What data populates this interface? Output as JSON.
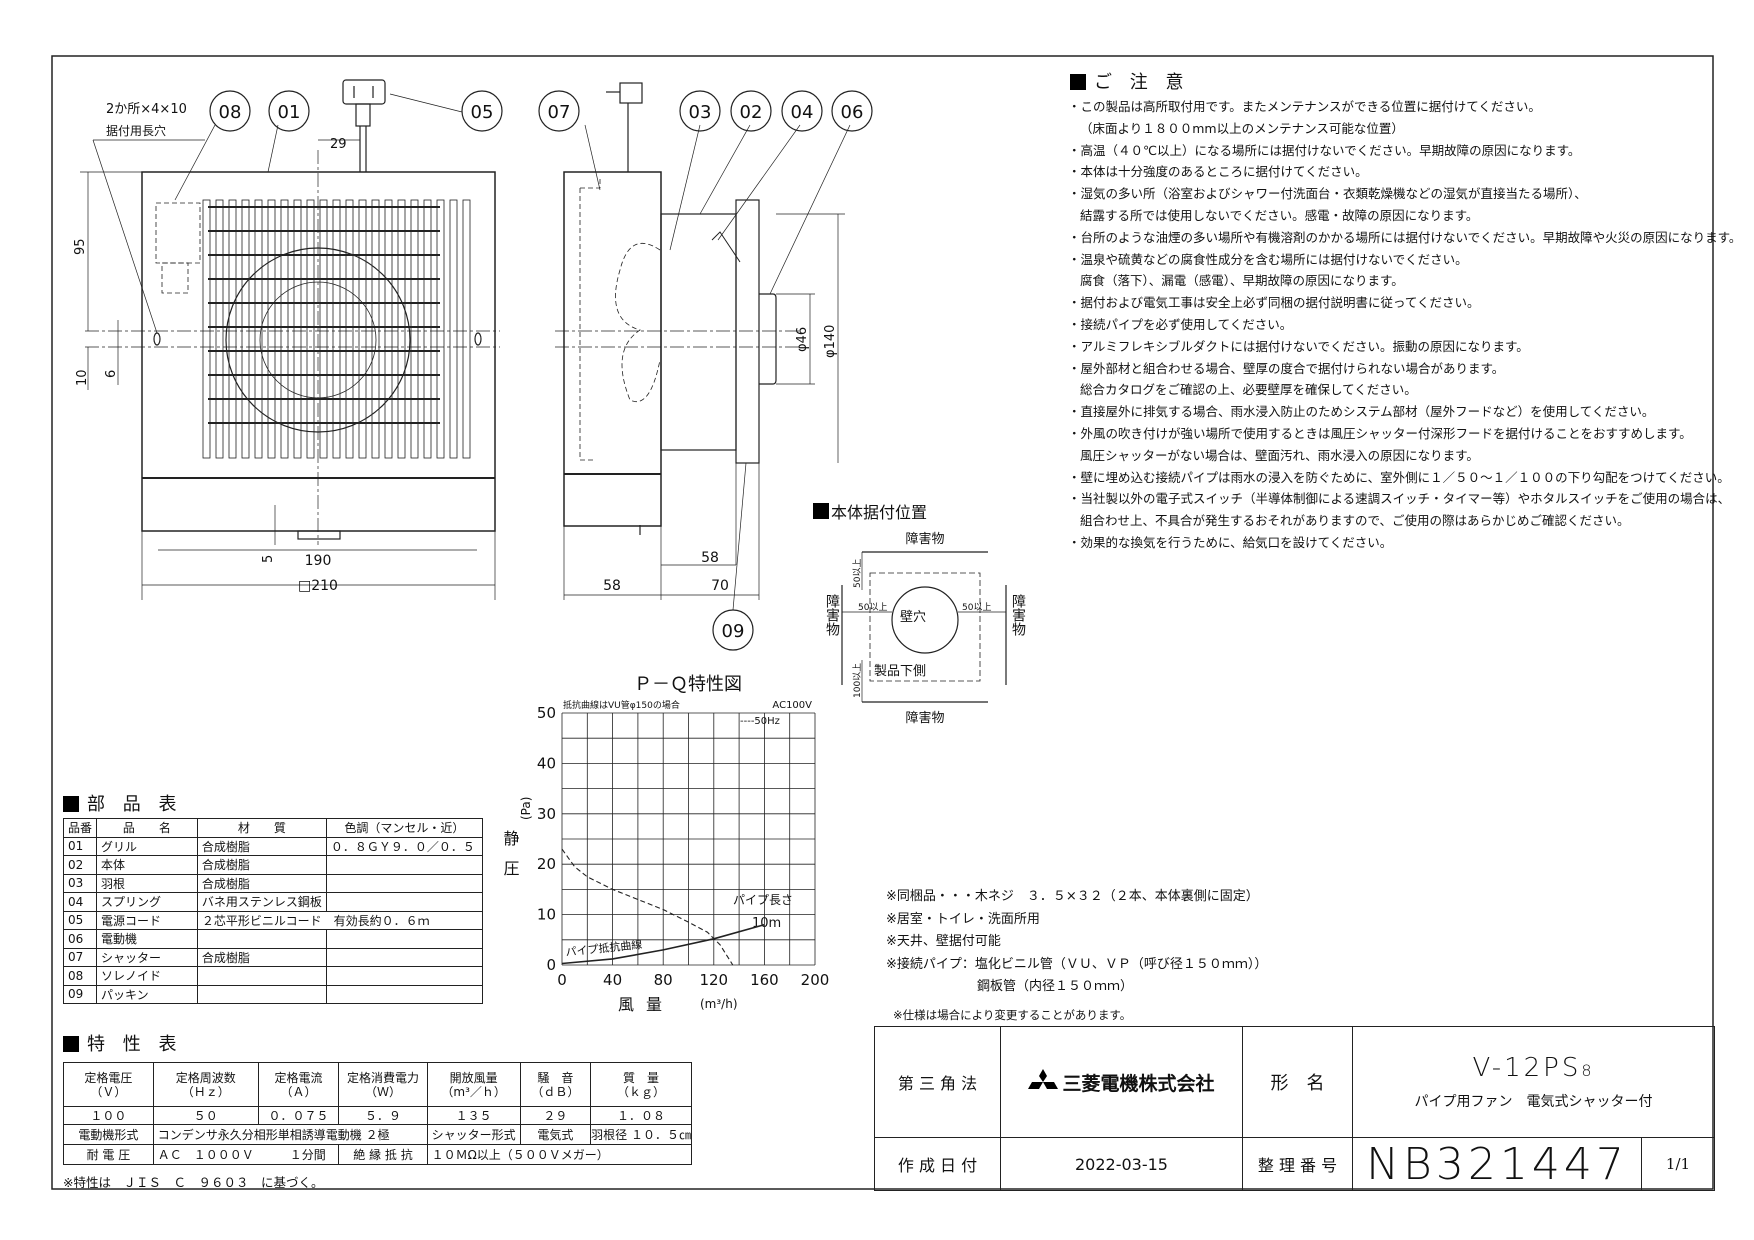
{
  "front_view": {
    "callouts": [
      "08",
      "01",
      "05"
    ],
    "slot_note_1": "2か所×4×10",
    "slot_note_2": "据付用長穴",
    "dims": {
      "cord_offset": "29",
      "height_95": "95",
      "dim_10": "10",
      "dim_6": "6",
      "dim_5": "5",
      "width_190": "190",
      "width_210": "□210"
    }
  },
  "side_view": {
    "callouts": [
      "07",
      "03",
      "02",
      "04",
      "06",
      "09"
    ],
    "dims": {
      "depth_58_top": "58",
      "depth_58": "58",
      "depth_70": "70",
      "dia_46": "φ46",
      "dia_140": "φ140"
    }
  },
  "notes": {
    "heading": "ご 注 意",
    "lines": [
      "・この製品は高所取付用です。またメンテナンスができる位置に据付けてください。",
      "（床面より１８００mm以上のメンテナンス可能な位置）",
      "・高温（４０℃以上）になる場所には据付けないでください。早期故障の原因になります。",
      "・本体は十分強度のあるところに据付けてください。",
      "・湿気の多い所（浴室およびシャワー付洗面台・衣類乾燥機などの湿気が直接当たる場所）、",
      "結露する所では使用しないでください。感電・故障の原因になります。",
      "・台所のような油煙の多い場所や有機溶剤のかかる場所には据付けないでください。早期故障や火災の原因になります。",
      "・温泉や硫黄などの腐食性成分を含む場所には据付けないでください。",
      "腐食（落下）、漏電（感電）、早期故障の原因になります。",
      "・据付および電気工事は安全上必ず同梱の据付説明書に従ってください。",
      "・接続パイプを必ず使用してください。",
      "・アルミフレキシブルダクトには据付けないでください。振動の原因になります。",
      "・屋外部材と組合わせる場合、壁厚の度合で据付けられない場合があります。",
      "総合カタログをご確認の上、必要壁厚を確保してください。",
      "・直接屋外に排気する場合、雨水浸入防止のためシステム部材（屋外フードなど）を使用してください。",
      "・外風の吹き付けが強い場所で使用するときは風圧シャッター付深形フードを据付けることをおすすめします。",
      "風圧シャッターがない場合は、壁面汚れ、雨水浸入の原因になります。",
      "・壁に埋め込む接続パイプは雨水の浸入を防ぐために、室外側に１／５０～１／１００の下り勾配をつけてください。",
      "・当社製以外の電子式スイッチ（半導体制御による速調スイッチ・タイマー等）やホタルスイッチをご使用の場合は、",
      "組合わせ上、不具合が発生するおそれがありますので、ご使用の際はあらかじめご確認ください。",
      "・効果的な換気を行うために、給気口を設けてください。"
    ]
  },
  "install_position": {
    "heading": "本体据付位置",
    "obstacle": "障害物",
    "min_50": "50以上",
    "min_100": "100以上",
    "wall_hole": "壁穴",
    "product_bottom": "製品下側"
  },
  "chart_data": {
    "type": "line",
    "title": "Ｐ－Ｑ特性図",
    "note": "抵抗曲線はVU管φ150の場合",
    "supply": "AC100V",
    "legend": "----50Hz",
    "legend_placement": "top-right",
    "ylabel": "静圧",
    "yunit": "(Pa)",
    "xlabel": "風量",
    "xunit": "(m³/h)",
    "xlim": [
      0,
      200
    ],
    "ylim": [
      0,
      50
    ],
    "xticks": [
      0,
      40,
      80,
      120,
      160,
      200
    ],
    "yticks": [
      0,
      10,
      20,
      30,
      40,
      50
    ],
    "grid": true,
    "grid_step": {
      "x": 20,
      "y": 5
    },
    "pipe_length_label": "パイプ長さ",
    "pipe_length_value": "10m",
    "resistance_label": "パイプ抵抗曲線",
    "series": [
      {
        "name": "50Hz",
        "style": "dashed",
        "x": [
          0,
          10,
          20,
          40,
          60,
          80,
          100,
          115,
          125,
          130,
          135
        ],
        "y": [
          23,
          19.5,
          17.5,
          15,
          13,
          11,
          8.5,
          6.5,
          4,
          2,
          0
        ]
      },
      {
        "name": "パイプ抵抗曲線",
        "style": "solid",
        "x": [
          0,
          40,
          80,
          120,
          160
        ],
        "y": [
          0.3,
          1.2,
          3,
          5.2,
          8
        ]
      }
    ]
  },
  "parts_table": {
    "heading": "部 品 表",
    "headers": [
      "品番",
      "品　　名",
      "材　　質",
      "色調（マンセル・近）"
    ],
    "rows": [
      [
        "01",
        "グリル",
        "合成樹脂",
        "０．８ＧＹ９．０／０．５"
      ],
      [
        "02",
        "本体",
        "合成樹脂",
        ""
      ],
      [
        "03",
        "羽根",
        "合成樹脂",
        ""
      ],
      [
        "04",
        "スプリング",
        "バネ用ステンレス鋼板",
        ""
      ],
      [
        "05",
        "電源コード",
        "２芯平形ビニルコード　有効長約０．６ｍ",
        ""
      ],
      [
        "06",
        "電動機",
        "",
        ""
      ],
      [
        "07",
        "シャッター",
        "合成樹脂",
        ""
      ],
      [
        "08",
        "ソレノイド",
        "",
        ""
      ],
      [
        "09",
        "パッキン",
        "",
        ""
      ]
    ]
  },
  "spec_table": {
    "heading": "特 性 表",
    "headers": [
      [
        "定格電圧",
        "（Ｖ）"
      ],
      [
        "定格周波数",
        "（Ｈｚ）"
      ],
      [
        "定格電流",
        "（Ａ）"
      ],
      [
        "定格消費電力",
        "（Ｗ）"
      ],
      [
        "開放風量",
        "（m³／ｈ）"
      ],
      [
        "騒　音",
        "（ｄＢ）"
      ],
      [
        "質　量",
        "（ｋｇ）"
      ]
    ],
    "values": [
      "１００",
      "５０",
      "０．０７５",
      "５．９",
      "１３５",
      "２９",
      "１．０８"
    ],
    "motor_type_label": "電動機形式",
    "motor_type": "コンデンサ永久分相形単相誘導電動機 ２極",
    "shutter_type_label": "シャッター形式",
    "shutter_type": "電気式",
    "blade_dia_label": "羽根径",
    "blade_dia": "１０．５㎝",
    "withstand_label": "耐 電 圧",
    "withstand": "ＡＣ　１０００Ｖ　　　１分間",
    "insulation_label": "絶 縁 抵 抗",
    "insulation": "１０ＭΩ以上（５００Ｖメガー）",
    "footnote": "※特性は　ＪＩＳ　Ｃ　９６０３　に基づく。"
  },
  "remarks": [
    "※同梱品・・・木ネジ　３．５×３２（２本、本体裏側に固定）",
    "※居室・トイレ・洗面所用",
    "※天井、壁据付可能",
    "※接続パイプ：塩化ビニル管（ＶＵ、ＶＰ（呼び径１５０ｍｍ））",
    "　　　　　　　鋼板管（内径１５０ｍｍ）"
  ],
  "spec_change_note": "※仕様は場合により変更することがあります。",
  "title_block": {
    "projection": "第 三 角 法",
    "company": "三菱電機株式会社",
    "model_label": "形　名",
    "model": "V-12PS",
    "model_suffix": "8",
    "description": "パイプ用ファン　電気式シャッター付",
    "date_label": "作 成 日 付",
    "date": "2022-03-15",
    "doc_no_label": "整 理 番 号",
    "doc_no": "NB321447",
    "sheet": "1/1"
  }
}
